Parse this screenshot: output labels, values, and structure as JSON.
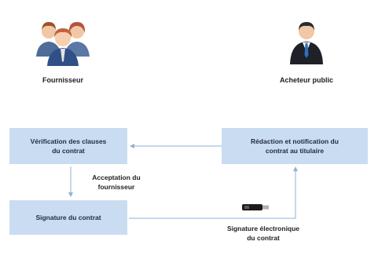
{
  "actors": {
    "supplier": {
      "label": "Fournisseur",
      "icon": "supplier-group-icon"
    },
    "buyer": {
      "label": "Acheteur public",
      "icon": "businessman-icon"
    }
  },
  "boxes": {
    "verification": "Vérification des clauses\ndu contrat",
    "redaction": "Rédaction et notification du\ncontrat au titulaire",
    "signature": "Signature du contrat"
  },
  "captions": {
    "acceptance": "Acceptation du\nfournisseur",
    "e_signature": "Signature électronique\ndu contrat"
  },
  "colors": {
    "box_fill": "#c9dcf1",
    "arrow": "#8fb0d6"
  },
  "token_icon": "usb-token-icon"
}
